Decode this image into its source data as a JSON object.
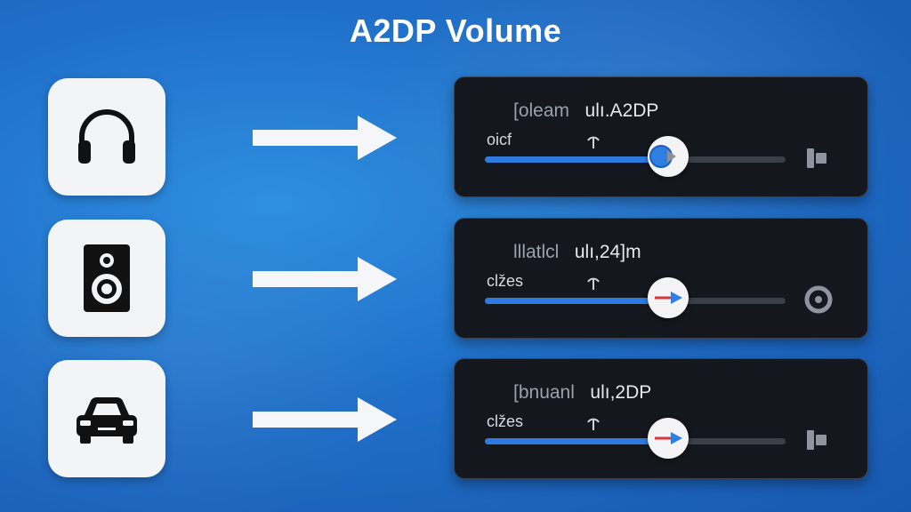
{
  "title": "A2DP Volume",
  "colors": {
    "background": "#1f6fc8",
    "panel": "#14171d",
    "accent": "#2f7fe3",
    "track": "#3a3f48"
  },
  "rows": [
    {
      "device_icon": "headphones-icon",
      "panel": {
        "title_prefix": "[oleam",
        "title_main": "ulı.A2DP",
        "label": "oicf",
        "small_icon": "antenna-icon",
        "volume_fraction": 0.61,
        "knob_style": "blue-dot-play",
        "end_icon": "speaker-block-icon"
      }
    },
    {
      "device_icon": "speaker-icon",
      "panel": {
        "title_prefix": "lllatlcl",
        "title_main": "ulı,24]m",
        "label": "clžes",
        "small_icon": "antenna-icon",
        "volume_fraction": 0.61,
        "knob_style": "red-blue-arrow",
        "end_icon": "ring-icon"
      }
    },
    {
      "device_icon": "car-icon",
      "panel": {
        "title_prefix": "[bnuanl",
        "title_main": "ulı,2DP",
        "label": "clžes",
        "small_icon": "antenna-icon",
        "volume_fraction": 0.61,
        "knob_style": "red-blue-arrow",
        "end_icon": "speaker-block-icon"
      }
    }
  ]
}
